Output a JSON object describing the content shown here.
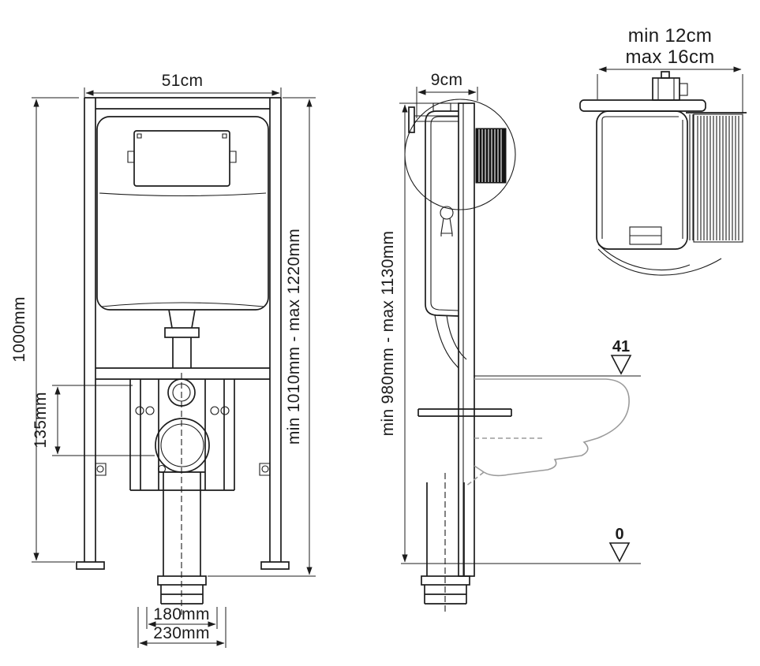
{
  "colors": {
    "line": "#1c1c1c",
    "secondary_line": "#9b9b9b",
    "background": "#ffffff"
  },
  "front_view": {
    "width_dim": "51cm",
    "frame_height_dim": "1000mm",
    "total_height_dim": "min 1010mm - max 1220mm",
    "drain_offset_dim": "135mm",
    "outlet_width_dim": "180mm",
    "outlet_spacing_dim": "230mm"
  },
  "side_view": {
    "depth_dim": "9cm",
    "height_dim": "min 980mm - max 1130mm",
    "bowl_height_level": "41",
    "floor_level": "0"
  },
  "detail_view": {
    "depth_min_dim": "min 12cm",
    "depth_max_dim": "max 16cm"
  }
}
